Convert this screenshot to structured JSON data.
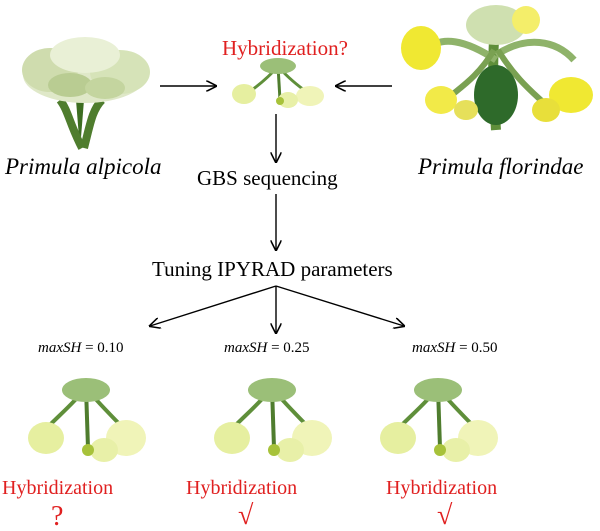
{
  "question_label": "Hybridization?",
  "species": {
    "left": "Primula alpicola",
    "right": "Primula florindae"
  },
  "steps": {
    "sequencing": "GBS sequencing",
    "tuning": "Tuning IPYRAD parameters"
  },
  "parameters": [
    {
      "name": "maxSH",
      "equals": " = ",
      "value": "0.10"
    },
    {
      "name": "maxSH",
      "equals": " = ",
      "value": "0.25"
    },
    {
      "name": "maxSH",
      "equals": " = ",
      "value": "0.50"
    }
  ],
  "outcomes": [
    {
      "label": "Hybridization",
      "mark": "?"
    },
    {
      "label": "Hybridization",
      "mark": "√"
    },
    {
      "label": "Hybridization",
      "mark": "√"
    }
  ],
  "colors": {
    "label_red": "#e02020",
    "alpicola_flower": "#dfe8c8",
    "florindae_flower": "#f0e832",
    "hybrid_flower": "#e6efa0",
    "stem_green": "#5f8f3a"
  }
}
